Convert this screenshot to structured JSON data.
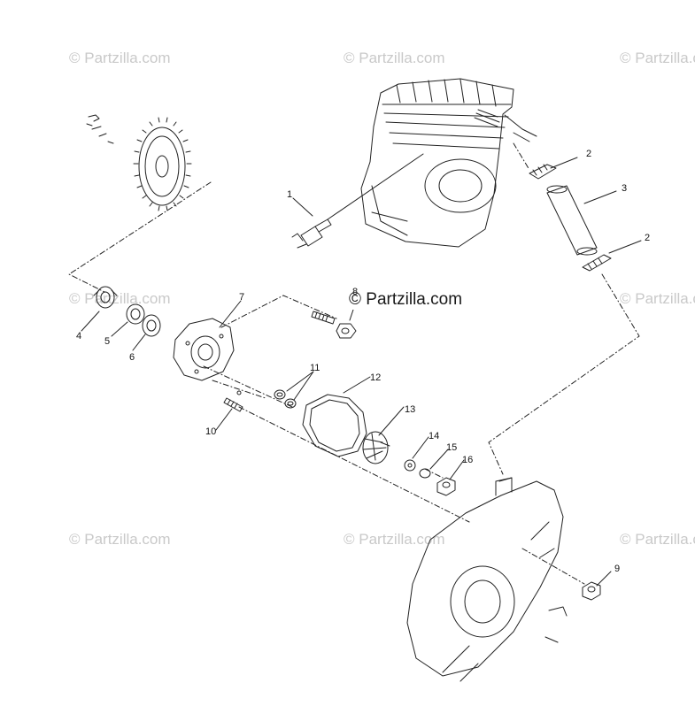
{
  "watermark_text": "© Partzilla.com",
  "brand_watermark": "© Partzilla.com",
  "callouts": {
    "c1": "1",
    "c2a": "2",
    "c2b": "2",
    "c3": "3",
    "c4": "4",
    "c5": "5",
    "c6": "6",
    "c7": "7",
    "c8": "8",
    "c9": "9",
    "c10": "10",
    "c11": "11",
    "c12": "12",
    "c13": "13",
    "c14": "14",
    "c15": "15",
    "c16": "16"
  },
  "colors": {
    "line": "#222222",
    "watermark": "#c9c9c9",
    "background": "#ffffff"
  }
}
